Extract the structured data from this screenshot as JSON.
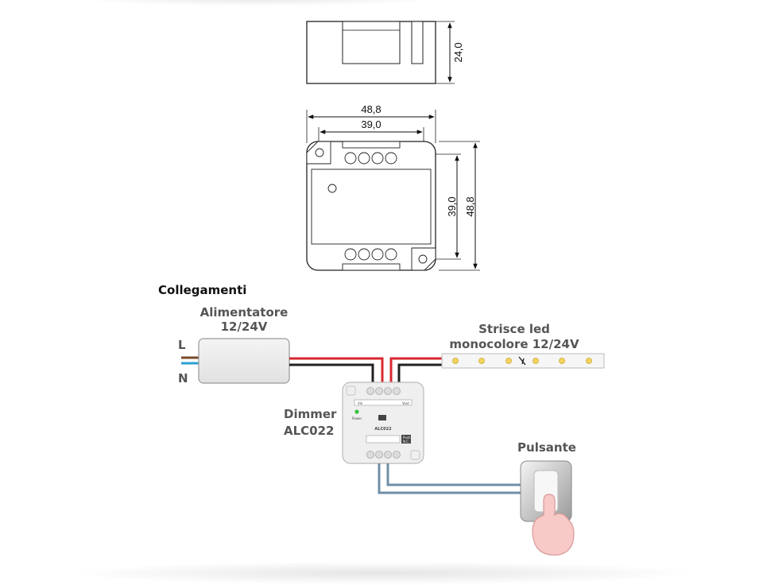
{
  "dimensions": {
    "height": "24,0",
    "outer_width": "48,8",
    "inner_width": "39,0",
    "inner_height": "39,0",
    "outer_height": "48,8"
  },
  "section_title": "Collegamenti",
  "power_supply": {
    "line1": "Alimentatore",
    "line2": "12/24V"
  },
  "mains": {
    "L": "L",
    "N": "N"
  },
  "led_strip": {
    "line1": "Strisce led",
    "line2": "monocolore 12/24V"
  },
  "dimmer": {
    "line1": "Dimmer",
    "line2": "ALC022",
    "model_label": "ALC022",
    "power_label": "Power",
    "vin_label": "Vin",
    "vout_label": "Vout",
    "push_label": "Push",
    "nc_label": "N.C."
  },
  "button": {
    "label": "Pulsante"
  },
  "colors": {
    "wire_red": "#d9282f",
    "wire_black": "#222222",
    "wire_brown": "#7a4a2a",
    "wire_blue": "#2f9fd0",
    "wire_grey_blue": "#6f8fa5",
    "power_led": "#36c23c"
  }
}
